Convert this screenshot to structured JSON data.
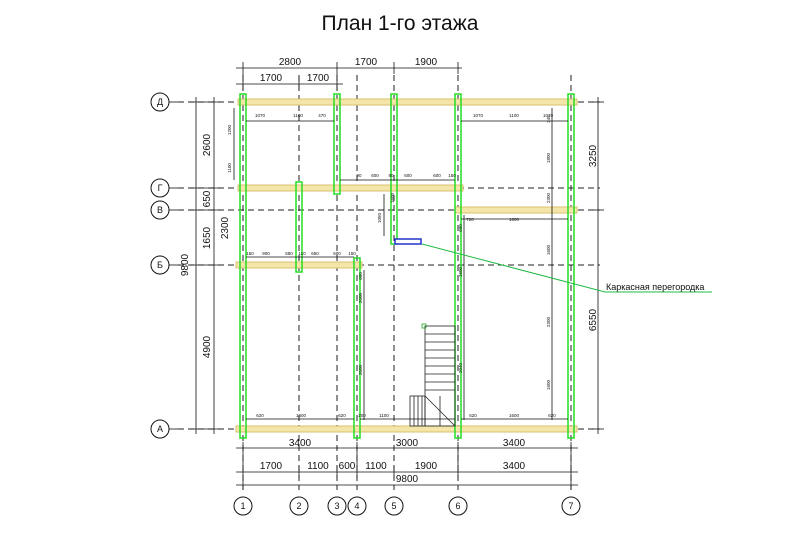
{
  "title": "План 1-го этажа",
  "axes": {
    "columns": [
      "1",
      "2",
      "3",
      "4",
      "5",
      "6",
      "7"
    ],
    "rows": [
      "Д",
      "Г",
      "В",
      "Б",
      "А"
    ]
  },
  "top_dims": {
    "row1": [
      "2800",
      "1700",
      "1900"
    ],
    "row2": [
      "1700",
      "1700"
    ]
  },
  "bottom_dims": {
    "row1": [
      "3400",
      "3000",
      "3400"
    ],
    "row2": [
      "1700",
      "1100",
      "600",
      "1100",
      "1900",
      "3400"
    ],
    "total": "9800"
  },
  "left_dims": {
    "inner": [
      "2600",
      "650",
      "1650",
      "4900"
    ],
    "inner2": "2300",
    "total": "9800"
  },
  "right_dims": [
    "3250",
    "6550"
  ],
  "small_dims": {
    "top_span": [
      "1070",
      "1100",
      "470",
      "1070",
      "1100",
      "1070"
    ],
    "g_span": [
      "90",
      "600",
      "90",
      "600",
      "600",
      "150"
    ],
    "b_span": [
      "150",
      "900",
      "580",
      "110",
      "650",
      "600",
      "150"
    ],
    "a_span": [
      "620",
      "1600",
      "620",
      "200",
      "1100",
      "620",
      "1600",
      "620"
    ],
    "v_span": [
      "720",
      "1600"
    ],
    "vertical": [
      "1200",
      "1100",
      "1800",
      "245",
      "1050",
      "1600",
      "2300",
      "600",
      "1600",
      "600",
      "2000",
      "3500",
      "1600",
      "2300",
      "2040",
      "1600"
    ]
  },
  "annotation": "Каркасная перегородка",
  "colors": {
    "wall_green": "#22dd22",
    "beam_yellow": "#ecd97a",
    "window_blue": "#2233cc",
    "note_line": "#22bb44",
    "line": "#111111"
  }
}
